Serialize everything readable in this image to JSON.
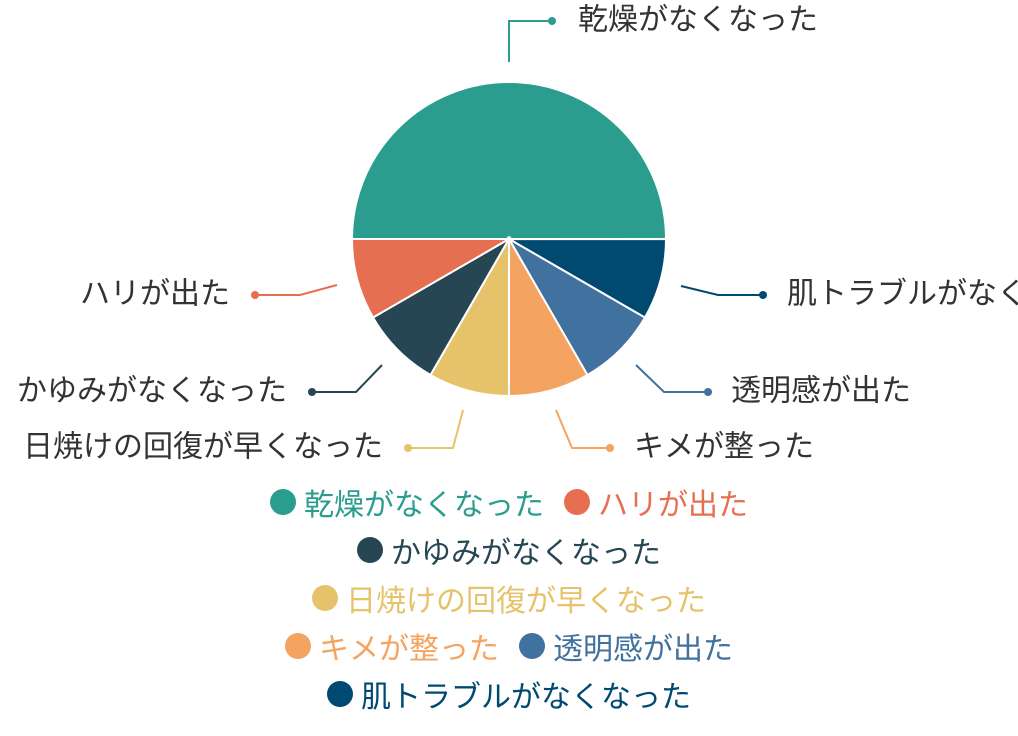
{
  "chart_data": {
    "type": "pie",
    "title": "",
    "slices": [
      {
        "label": "乾燥がなくなった",
        "value": 50,
        "color": "#2a9d8f"
      },
      {
        "label": "肌トラブルがなくなった",
        "value": 8.33,
        "color": "#004a72"
      },
      {
        "label": "透明感が出た",
        "value": 8.33,
        "color": "#41719e"
      },
      {
        "label": "キメが整った",
        "value": 8.33,
        "color": "#f4a460"
      },
      {
        "label": "日焼けの回復が早くなった",
        "value": 8.33,
        "color": "#e6c36a"
      },
      {
        "label": "かゆみがなくなった",
        "value": 8.33,
        "color": "#264653"
      },
      {
        "label": "ハリが出た",
        "value": 8.33,
        "color": "#e76f51"
      }
    ],
    "legend": {
      "position": "bottom",
      "rows": [
        [
          "乾燥がなくなった",
          "ハリが出た"
        ],
        [
          "かゆみがなくなった"
        ],
        [
          "日焼けの回復が早くなった"
        ],
        [
          "キメが整った",
          "透明感が出た"
        ],
        [
          "肌トラブルがなくなった"
        ]
      ]
    }
  }
}
